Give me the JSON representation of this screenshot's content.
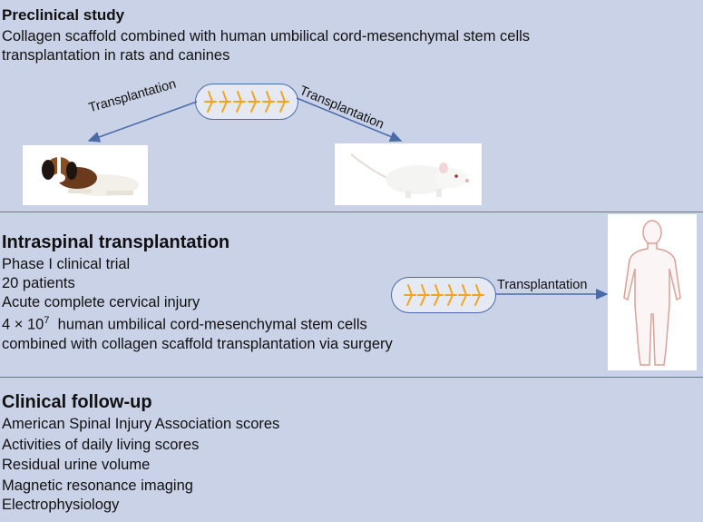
{
  "sections": {
    "preclinical": {
      "title": "Preclinical study",
      "lines": [
        "Collagen scaffold combined with human umbilical cord-mesenchymal stem cells",
        "transplantation in rats and canines"
      ],
      "arrow_left_label": "Transplantation",
      "arrow_right_label": "Transplantation"
    },
    "intraspinal": {
      "title": "Intraspinal transplantation",
      "lines": [
        "Phase I clinical trial",
        "20 patients",
        "Acute complete cervical injury"
      ],
      "dose_prefix": "4 × 10",
      "dose_exponent": "7",
      "dose_suffix": "  human umbilical cord-mesenchymal stem cells",
      "last_line": "combined with collagen scaffold transplantation via surgery",
      "arrow_label": "Transplantation"
    },
    "followup": {
      "title": "Clinical follow-up",
      "lines": [
        "American Spinal Injury  Association scores",
        "Activities of daily living scores",
        "Residual urine volume",
        "Magnetic resonance imaging",
        "Electrophysiology"
      ]
    }
  },
  "colors": {
    "background": "#c9d2e6",
    "divider": "#5a78b4",
    "arrow": "#4a6aa8",
    "cell": "#f2a51c"
  },
  "icons": [
    "dog-icon",
    "rat-icon",
    "human-body-icon",
    "stem-cell-capsule-icon"
  ]
}
